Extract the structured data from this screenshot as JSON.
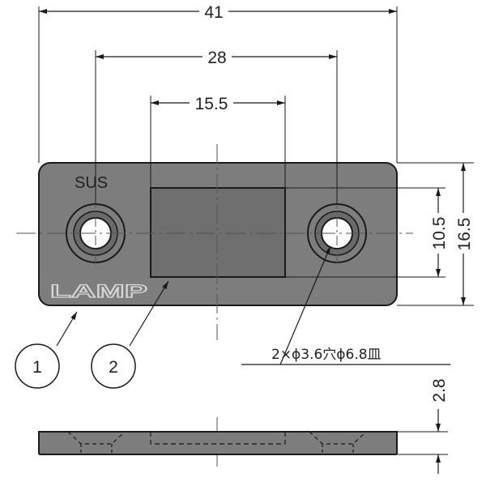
{
  "drawing": {
    "dimensions": {
      "overall_width": "41",
      "hole_pitch": "28",
      "plate_width": "15.5",
      "inner_height": "10.5",
      "overall_height": "16.5",
      "thickness": "2.8"
    },
    "material_label": "SUS",
    "brand_mark": "LAMP",
    "hole_note": "2×ϕ3.6穴ϕ6.8皿",
    "callouts": [
      "1",
      "2"
    ]
  },
  "colors": {
    "body_fill": "#7d7d7d",
    "plate_fill": "#6f6f6f",
    "line": "#1a1a1a",
    "center_line": "#555555"
  }
}
